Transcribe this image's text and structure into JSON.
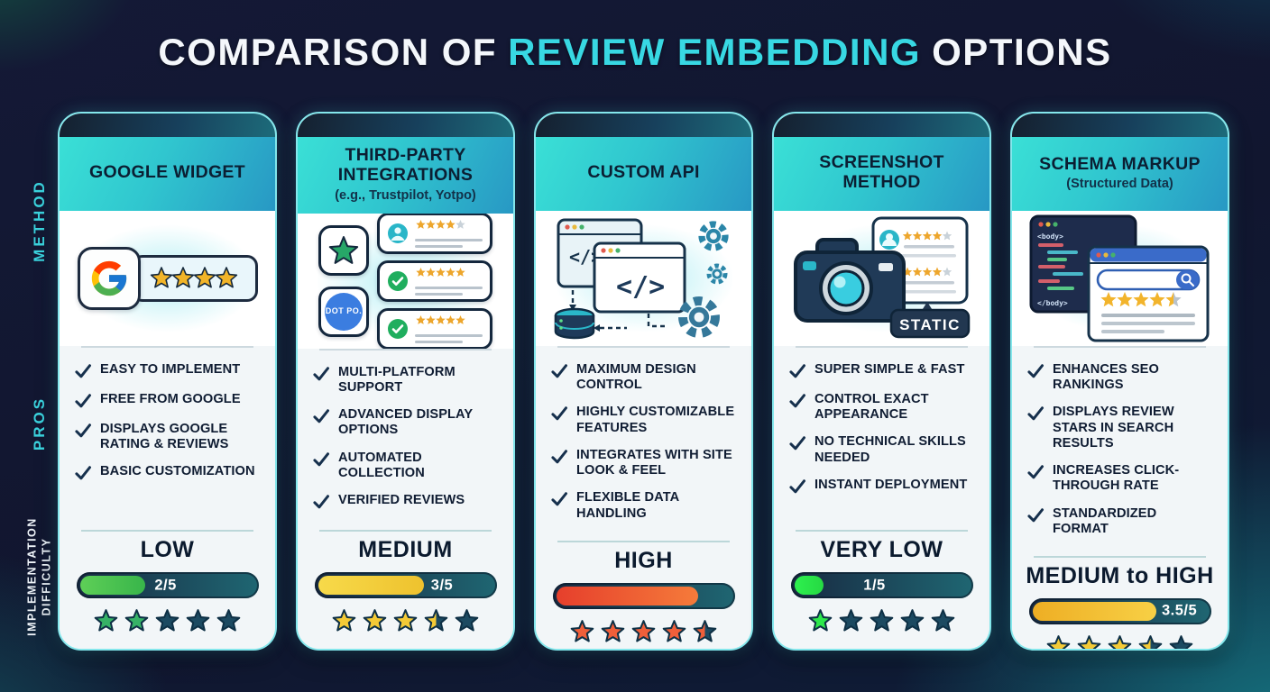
{
  "title": {
    "prefix": "COMPARISON OF",
    "highlight": "REVIEW EMBEDDING",
    "suffix": "OPTIONS"
  },
  "row_labels": {
    "method": "METHOD",
    "pros": "PROS",
    "difficulty": "IMPLEMENTATION DIFFICULTY"
  },
  "colors": {
    "accent_cyan": "#38d8e3",
    "header_gradient": [
      "#3ae0d6",
      "#2898c4"
    ],
    "card_border": "#84e7ec",
    "bar_track": [
      "#182a42",
      "#1f6672"
    ],
    "star_empty": "#1c4a61",
    "check": "#16304d"
  },
  "columns": [
    {
      "id": "google-widget",
      "title": "GOOGLE WIDGET",
      "subtitle": "",
      "icon": "google",
      "pros": [
        "EASY TO IMPLEMENT",
        "FREE FROM GOOGLE",
        "DISPLAYS GOOGLE RATING & REVIEWS",
        "BASIC CUSTOMIZATION"
      ],
      "difficulty": {
        "label": "LOW",
        "score": "2/5",
        "bar_percent": 40,
        "score_left_percent": 43,
        "bar_fill": "linear-gradient(90deg,#5ecf57,#38b54a)",
        "star_color": "#36b266",
        "stars": [
          1,
          1,
          0,
          0,
          0
        ]
      }
    },
    {
      "id": "third-party-integrations",
      "title": "THIRD-PARTY INTEGRATIONS",
      "subtitle": "(e.g., Trustpilot, Yotpo)",
      "icon": "integrations",
      "icon_logo_text": "DOT PO.",
      "pros": [
        "MULTI-PLATFORM SUPPORT",
        "ADVANCED DISPLAY OPTIONS",
        "AUTOMATED COLLECTION",
        "VERIFIED REVIEWS"
      ],
      "difficulty": {
        "label": "MEDIUM",
        "score": "3/5",
        "bar_percent": 62,
        "score_left_percent": 64,
        "bar_fill": "linear-gradient(90deg,#f7da4a,#eec22e)",
        "star_color": "#f4ca36",
        "stars": [
          1,
          1,
          1,
          0.5,
          0
        ]
      }
    },
    {
      "id": "custom-api",
      "title": "CUSTOM API",
      "subtitle": "",
      "icon": "api",
      "pros": [
        "MAXIMUM DESIGN CONTROL",
        "HIGHLY CUSTOMIZABLE FEATURES",
        "INTEGRATES WITH SITE LOOK & FEEL",
        "FLEXIBLE DATA HANDLING"
      ],
      "difficulty": {
        "label": "HIGH",
        "score": "",
        "bar_percent": 82,
        "score_left_percent": null,
        "bar_fill": "linear-gradient(90deg,#e63f2c,#f57b3a)",
        "star_color": "#ef5f3a",
        "stars": [
          1,
          1,
          1,
          1,
          0.5
        ]
      }
    },
    {
      "id": "screenshot-method",
      "title": "SCREENSHOT METHOD",
      "subtitle": "",
      "icon": "camera",
      "icon_badge": "STATIC",
      "pros": [
        "SUPER SIMPLE & FAST",
        "CONTROL EXACT APPEARANCE",
        "NO TECHNICAL SKILLS NEEDED",
        "INSTANT DEPLOYMENT"
      ],
      "difficulty": {
        "label": "VERY LOW",
        "score": "1/5",
        "bar_percent": 20,
        "score_left_percent": 40,
        "bar_fill": "linear-gradient(90deg,#2df04e,#26d943)",
        "star_color": "#2ee84c",
        "stars": [
          1,
          0,
          0,
          0,
          0
        ]
      }
    },
    {
      "id": "schema-markup",
      "title": "SCHEMA MARKUP",
      "subtitle": "(Structured Data)",
      "icon": "schema",
      "pros": [
        "ENHANCES SEO RANKINGS",
        "DISPLAYS REVIEW STARS IN SEARCH RESULTS",
        "INCREASES CLICK-THROUGH RATE",
        "STANDARDIZED FORMAT"
      ],
      "difficulty": {
        "label": "MEDIUM to HIGH",
        "score": "3.5/5",
        "bar_percent": 72,
        "score_left_percent": 73,
        "bar_fill": "linear-gradient(90deg,#eeae24,#f7d045)",
        "star_color": "#f4ca36",
        "stars": [
          1,
          1,
          1,
          0.5,
          0
        ]
      }
    }
  ]
}
